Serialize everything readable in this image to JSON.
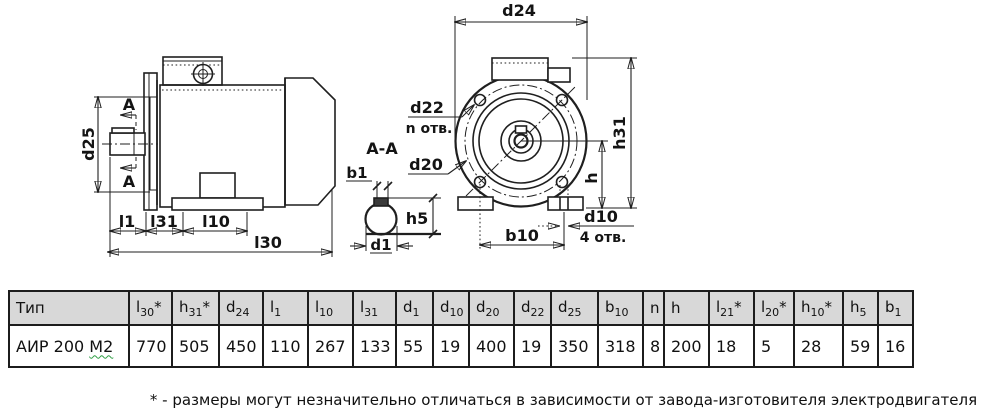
{
  "drawing": {
    "labels": {
      "d25": "d25",
      "a_top": "A",
      "a_bottom": "A",
      "l1": "l1",
      "l31": "l31",
      "l10": "l10",
      "l30": "l30",
      "section": "A-A",
      "b1": "b1",
      "h5": "h5",
      "d1": "d1",
      "d24": "d24",
      "d22": "d22",
      "n_holes": "n отв.",
      "d20": "d20",
      "h31": "h31",
      "h": "h",
      "b10": "b10",
      "d10": "d10",
      "four_holes": "4 отв."
    }
  },
  "table": {
    "headers": [
      {
        "base": "Тип",
        "sub": "",
        "star": ""
      },
      {
        "base": "l",
        "sub": "30",
        "star": "*"
      },
      {
        "base": "h",
        "sub": "31",
        "star": "*"
      },
      {
        "base": "d",
        "sub": "24",
        "star": ""
      },
      {
        "base": "l",
        "sub": "1",
        "star": ""
      },
      {
        "base": "l",
        "sub": "10",
        "star": ""
      },
      {
        "base": "l",
        "sub": "31",
        "star": ""
      },
      {
        "base": "d",
        "sub": "1",
        "star": ""
      },
      {
        "base": "d",
        "sub": "10",
        "star": ""
      },
      {
        "base": "d",
        "sub": "20",
        "star": ""
      },
      {
        "base": "d",
        "sub": "22",
        "star": ""
      },
      {
        "base": "d",
        "sub": "25",
        "star": ""
      },
      {
        "base": "b",
        "sub": "10",
        "star": ""
      },
      {
        "base": "n",
        "sub": "",
        "star": ""
      },
      {
        "base": "h",
        "sub": "",
        "star": ""
      },
      {
        "base": "l",
        "sub": "21",
        "star": "*"
      },
      {
        "base": "l",
        "sub": "20",
        "star": "*"
      },
      {
        "base": "h",
        "sub": "10",
        "star": "*"
      },
      {
        "base": "h",
        "sub": "5",
        "star": ""
      },
      {
        "base": "b",
        "sub": "1",
        "star": ""
      }
    ],
    "row_values": [
      "АИР 200 М2",
      "770",
      "505",
      "450",
      "110",
      "267",
      "133",
      "55",
      "19",
      "400",
      "19",
      "350",
      "318",
      "8",
      "200",
      "18",
      "5",
      "28",
      "59",
      "16"
    ]
  },
  "footnote": "* - размеры могут незначительно отличаться в зависимости от завода-изготовителя электродвигателя",
  "colors": {
    "header_bg": "#d8d8d8",
    "line": "#1f1f1f",
    "spellcheck_underline": "#2f9e44"
  }
}
